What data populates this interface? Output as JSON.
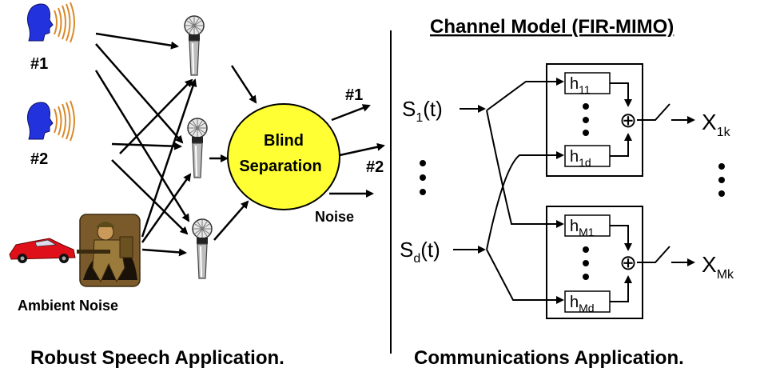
{
  "left": {
    "speaker1_label": "#1",
    "speaker2_label": "#2",
    "noise_source_label": "Ambient Noise",
    "separator_line1": "Blind",
    "separator_line2": "Separation",
    "output1_label": "#1",
    "output2_label": "#2",
    "output3_label": "Noise",
    "caption": "Robust Speech Application."
  },
  "right": {
    "title": "Channel Model (FIR-MIMO)",
    "inputs": [
      {
        "base": "S",
        "sub": "1",
        "suffix": "(t)"
      },
      {
        "base": "S",
        "sub": "d",
        "suffix": "(t)"
      }
    ],
    "blocks": [
      {
        "top": {
          "base": "h",
          "sub": "11"
        },
        "bottom": {
          "base": "h",
          "sub": "1d"
        },
        "output": {
          "base": "X",
          "sub": "1k"
        }
      },
      {
        "top": {
          "base": "h",
          "sub": "M1"
        },
        "bottom": {
          "base": "h",
          "sub": "Md"
        },
        "output": {
          "base": "X",
          "sub": "Mk"
        }
      }
    ],
    "sum_symbol": "⊕",
    "caption": "Communications Application."
  },
  "colors": {
    "speaker_head": "#2233dd",
    "sound_waves": "#d98a2a",
    "separator_fill": "#ffff33",
    "car": "#e0101a",
    "figure_bg": "#7a5a2a"
  },
  "icons": [
    "speaker-head-icon",
    "microphone-icon",
    "car-icon",
    "soldier-icon"
  ]
}
